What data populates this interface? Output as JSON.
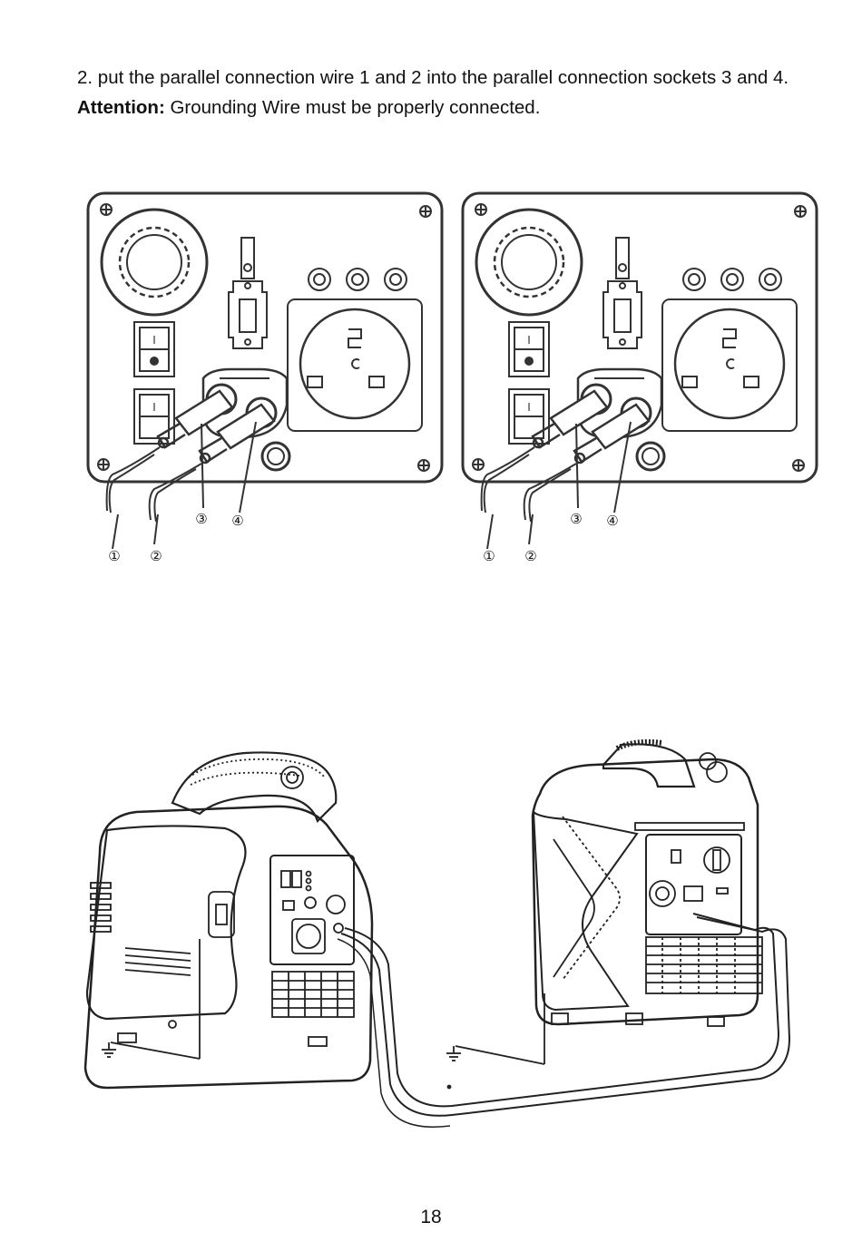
{
  "instructions": {
    "step_text": "2.  put the parallel connection wire 1 and 2 into the parallel  connection sockets 3 and 4.",
    "attention_label": "Attention:",
    "attention_text": " Grounding Wire must be properly connected."
  },
  "callouts": {
    "wire_1": "①",
    "wire_2": "②",
    "socket_3": "③",
    "socket_4": "④"
  },
  "switch_symbol": "I",
  "page_number": "18"
}
